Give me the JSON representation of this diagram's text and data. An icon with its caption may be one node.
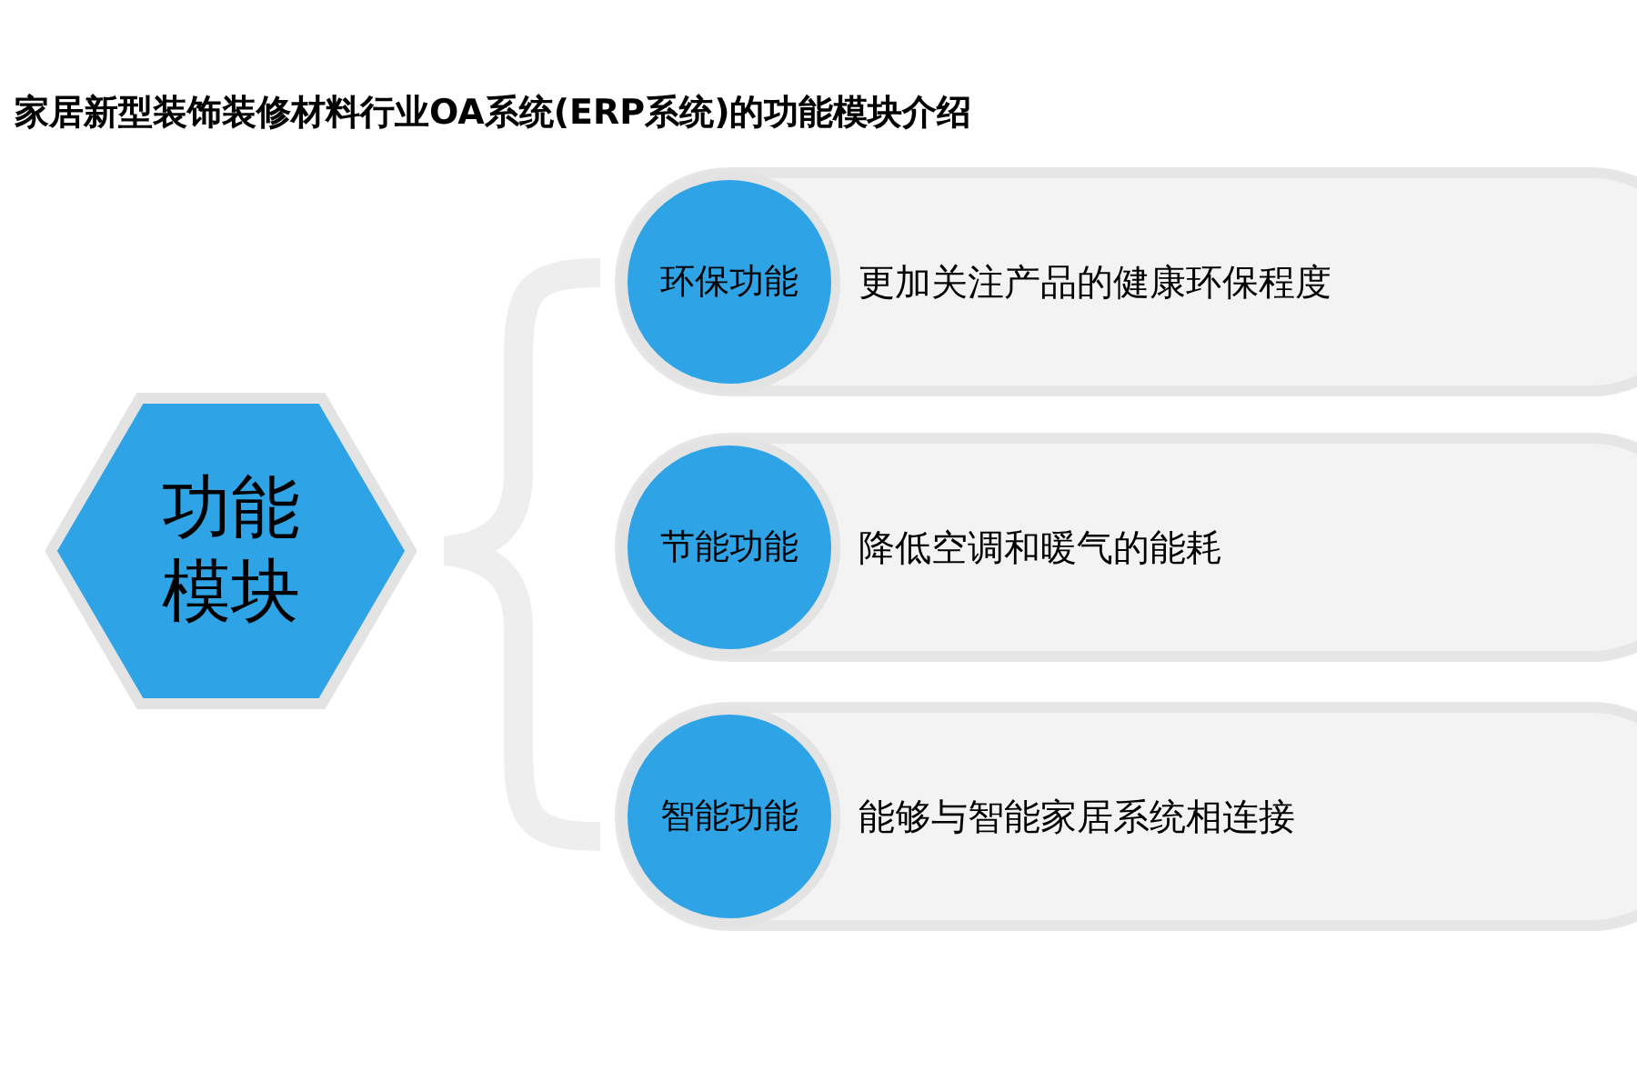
{
  "diagram": {
    "title": "家居新型装饰装修材料行业OA系统(ERP系统)的功能模块介绍",
    "nodes": [
      {
        "text": [
          "功能模块"
        ]
      },
      {
        "text": [
          "更加关注产品的健康环保程度"
        ]
      },
      {
        "text": [
          "环保功能"
        ],
        "in": 1
      },
      {
        "text": [
          "降低空调和暖气的能耗"
        ]
      },
      {
        "text": [
          "节能功能"
        ],
        "in": 3
      },
      {
        "text": [
          "能够与智能家居系统相连接"
        ]
      },
      {
        "text": [
          "智能功能"
        ],
        "in": 5
      }
    ]
  }
}
